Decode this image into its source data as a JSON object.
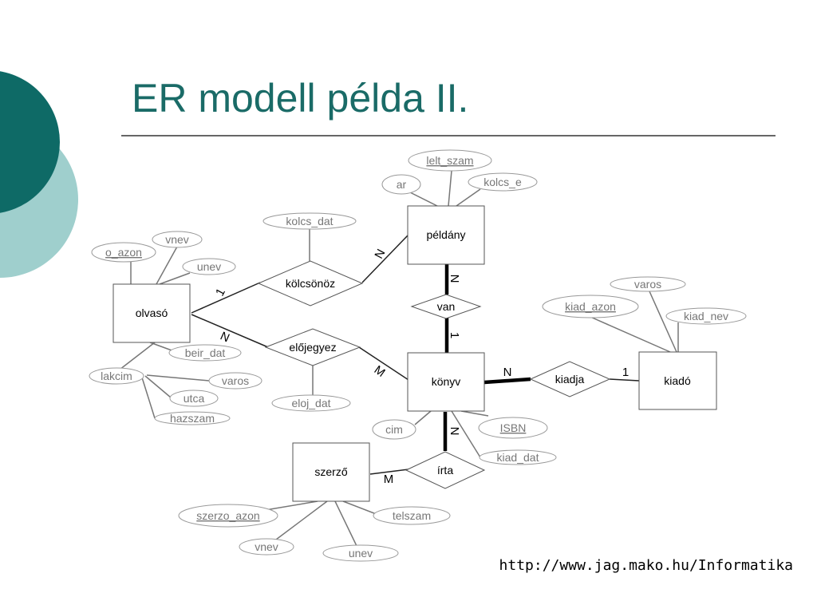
{
  "slide": {
    "title": "ER modell példa II.",
    "footer_url": "http://www.jag.mako.hu/Informatika",
    "colors": {
      "title": "#1a6b67",
      "circle_dark": "#0e6a66",
      "circle_light": "#9fcfcd"
    }
  },
  "diagram": {
    "entities": {
      "olvaso": "olvasó",
      "peldany": "példány",
      "konyv": "könyv",
      "kiado": "kiadó",
      "szerzo": "szerző"
    },
    "relationships": {
      "kolcsonoz": "kölcsönöz",
      "elojegyez": "előjegyez",
      "van": "van",
      "kiadja": "kiadja",
      "irta": "írta"
    },
    "attributes": {
      "lelt_szam": "lelt_szam",
      "ar": "ar",
      "kolcs_e": "kolcs_e",
      "kolcs_dat": "kolcs_dat",
      "vnev_olvaso": "vnev",
      "o_azon": "o_azon",
      "unev_olvaso": "unev",
      "beir_dat": "beir_dat",
      "lakcim": "lakcim",
      "varos_olvaso": "varos",
      "utca": "utca",
      "hazszam": "hazszam",
      "eloj_dat": "eloj_dat",
      "varos_kiado": "varos",
      "kiad_azon": "kiad_azon",
      "kiad_nev": "kiad_nev",
      "cim": "cim",
      "isbn": "ISBN",
      "kiad_dat": "kiad_dat",
      "szerzo_azon": "szerzo_azon",
      "telszam": "telszam",
      "vnev_szerzo": "vnev",
      "unev_szerzo": "unev"
    },
    "cardinalities": {
      "olvaso_kolcsonoz": "1",
      "kolcsonoz_peldany": "N",
      "olvaso_elojegyez": "N",
      "elojegyez_konyv": "M",
      "peldany_van": "N",
      "van_konyv": "1",
      "konyv_kiadja": "N",
      "kiadja_kiado": "1",
      "konyv_irta": "N",
      "szerzo_irta": "M"
    }
  }
}
